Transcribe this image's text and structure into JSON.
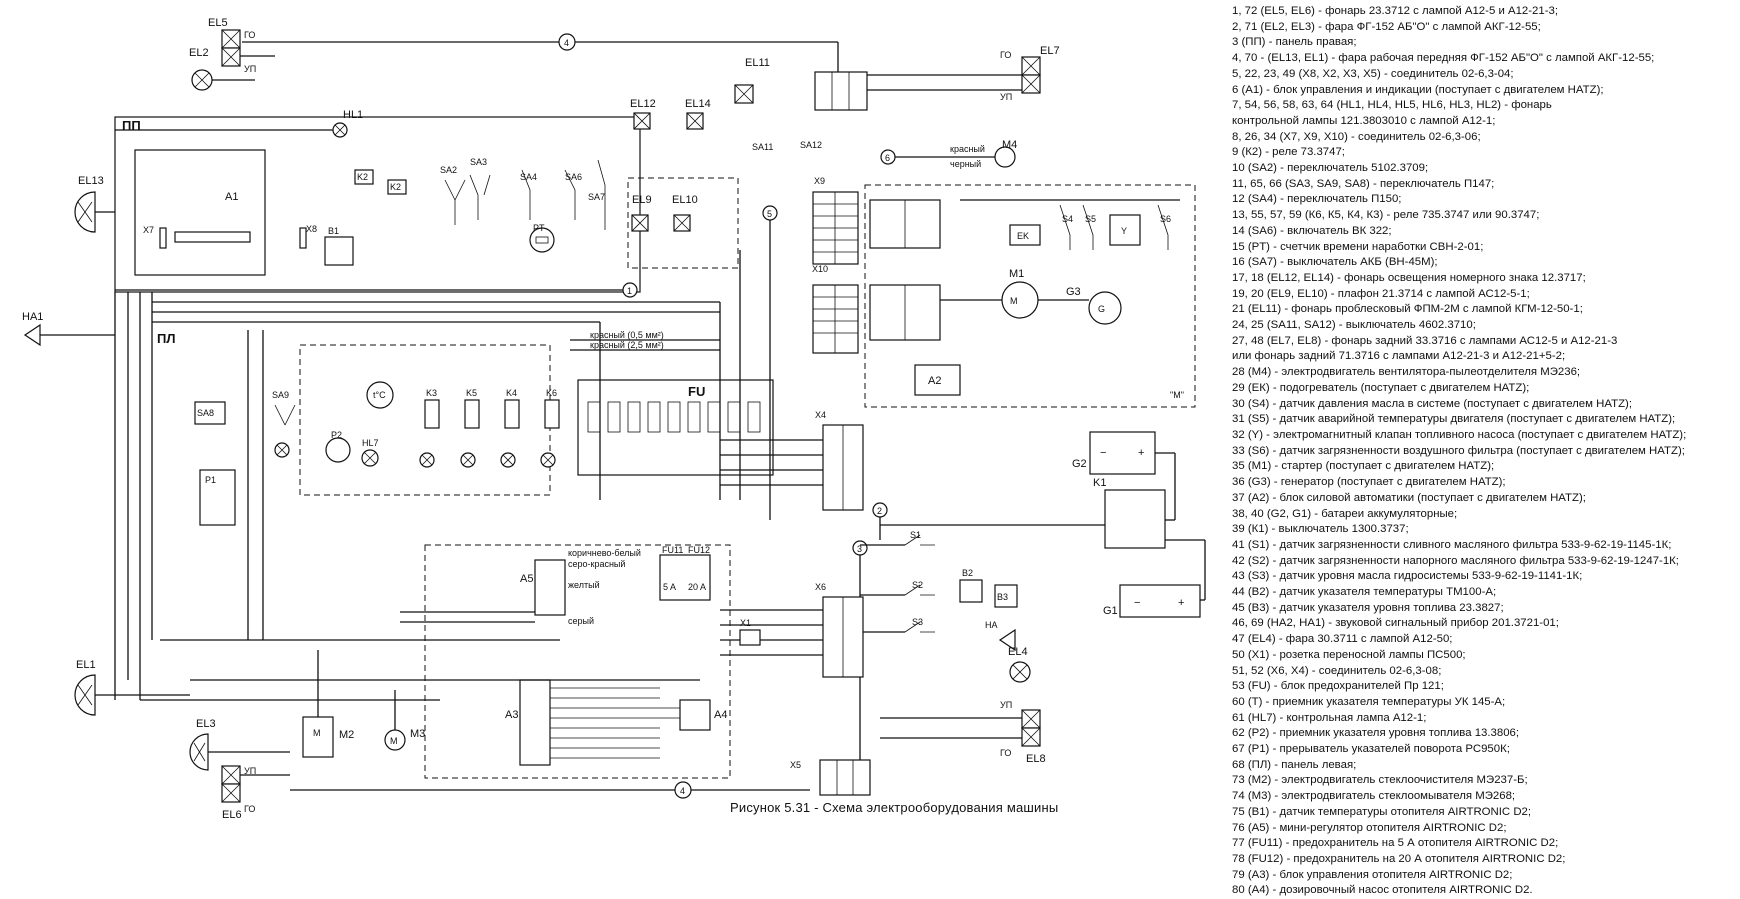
{
  "caption": "Рисунок 5.31 - Схема электрооборудования машины",
  "labels": {
    "el5": "EL5",
    "el2": "EL2",
    "el13": "EL13",
    "el1": "EL1",
    "el3": "EL3",
    "el6": "EL6",
    "el7": "EL7",
    "el8": "EL8",
    "el4": "EL4",
    "el11": "EL11",
    "el12": "EL12",
    "el14": "EL14",
    "el9": "EL9",
    "el10": "EL10",
    "hl1": "HL1",
    "ha1": "HA1",
    "ha": "HA",
    "pp": "ПП",
    "pl": "ПЛ",
    "a1": "A1",
    "a2": "A2",
    "a3": "A3",
    "a4": "A4",
    "a5": "A5",
    "fu": "FU",
    "m1": "M1",
    "m2": "M2",
    "m3": "M3",
    "m4": "M4",
    "g1": "G1",
    "g2": "G2",
    "g3": "G3",
    "k1": "K1",
    "k2": "K2",
    "b1": "B1",
    "b2": "B2",
    "b3": "B3",
    "ek": "EK",
    "x1": "X1",
    "x4": "X4",
    "x5": "X5",
    "x6": "X6",
    "x7": "X7",
    "x8": "X8",
    "x9": "X9",
    "x10": "X10",
    "sa2": "SA2",
    "sa3": "SA3",
    "sa4": "SA4",
    "sa6": "SA6",
    "sa7": "SA7",
    "sa8": "SA8",
    "sa9": "SA9",
    "sa11": "SA11",
    "sa12": "SA12",
    "pt": "PT",
    "p1": "P1",
    "s1": "S1",
    "s2": "S2",
    "s3": "S3",
    "s4": "S4",
    "s5": "S5",
    "s6": "S6",
    "y": "Y",
    "go": "ГО",
    "up": "УП",
    "m_quote": "\"M\"",
    "red_05": "красный (0,5 мм²)",
    "red_25": "красный (2,5 мм²)",
    "red": "красный",
    "black": "черный",
    "brown_white": "коричнево-белый",
    "grey_red": "серо-красный",
    "yellow": "желтый",
    "grey": "серый",
    "fu11": "FU11",
    "fu12": "FU12",
    "amp5": "5 A",
    "amp20": "20 A",
    "n4": "4",
    "n5": "5",
    "n6": "6",
    "n1": "1",
    "n2": "2",
    "n3": "3"
  },
  "legend": [
    "1, 72  (EL5, EL6) - фонарь  23.3712 с  лампой А12-5 и А12-21-3;",
    "2, 71 (EL2, EL3) - фара ФГ-152 АБ\"О\" с лампой АКГ-12-55;",
    "3 (ПП) - панель правая;",
    "4, 70 - (EL13, EL1) - фара рабочая передняя ФГ-152 АБ\"О\" с лампой АКГ-12-55;",
    "5, 22, 23, 49  (X8, X2, X3, X5)  -  соединитель  02-6,3-04;",
    "6 (А1) - блок управления и индикации (поступает с двигателем HATZ);",
    "7, 54, 56, 58, 63, 64  (HL1, HL4, HL5, HL6, HL3, HL2) - фонарь",
    "контрольной лампы 121.3803010 с лампой А12-1;",
    "8, 26, 34 (X7, X9, X10) - соединитель  02-6,3-06;",
    "9 (К2) - реле 73.3747;",
    "10 (SA2) - переключатель 5102.3709;",
    "11, 65, 66 (SA3, SA9, SA8) - переключатель П147;",
    "12 (SA4) - переключатель П150;",
    "13, 55, 57, 59 (К6, К5, К4, К3) - реле 735.3747 или 90.3747;",
    "14 (SA6) - включатель ВК 322;",
    "15 (PT) - счетчик времени наработки СВН-2-01;",
    "16 (SA7) - выключатель АКБ  (ВН-45М);",
    "17, 18 (EL12, EL14) - фонарь освещения номерного знака 12.3717;",
    "19, 20 (EL9, EL10) - плафон 21.3714 с лампой АС12-5-1;",
    "21 (EL11) - фонарь проблесковый ФПМ-2М с лампой КГМ-12-50-1;",
    "24, 25 (SA11, SA12)  - выключатель 4602.3710;",
    "27, 48 (EL7, EL8) - фонарь задний 33.3716 с лампами АС12-5 и А12-21-3",
    "или фонарь задний 71.3716 с лампами А12-21-3 и А12-21+5-2;",
    "28 (М4) - электродвигатель  вентилятора-пылеотделителя МЭ236;",
    "29 (ЕК) - подогреватель (поступает с двигателем HATZ);",
    "30 (S4) - датчик давления масла в системе (поступает с двигателем HATZ);",
    "31 (S5) - датчик аварийной температуры двигателя (поступает с двигателем HATZ);",
    "32 (Y) - электромагнитный клапан топливного насоса (поступает с двигателем HATZ);",
    "33 (S6) - датчик загрязненности воздушного фильтра (поступает с двигателем HATZ);",
    "35 (М1) - стартер (поступает с двигателем HATZ);",
    "36 (G3) - генератор (поступает с двигателем HATZ);",
    "37 (А2) - блок силовой автоматики (поступает с двигателем HATZ);",
    "38, 40 (G2, G1) - батареи аккумуляторные;",
    "39 (К1) - выключатель 1300.3737;",
    "41 (S1) - датчик загрязненности сливного масляного фильтра 533-9-62-19-1145-1К;",
    "42 (S2) - датчик загрязненности напорного масляного фильтра 533-9-62-19-1247-1К;",
    "43 (S3) - датчик уровня масла гидросистемы 533-9-62-19-1141-1К;",
    "44 (В2) - датчик указателя температуры ТМ100-А;",
    "45 (В3) - датчик указателя уровня топлива 23.3827;",
    "46, 69 (НА2, НА1) - звуковой сигнальный прибор 201.3721-01;",
    "47 (EL4) - фара 30.3711 с лампой А12-50;",
    "50 (X1) - розетка переносной лампы ПС500;",
    "51, 52 (X6, X4) - соединитель  02-6,3-08;",
    "53 (FU) - блок предохранителей Пр 121;",
    "60 (Т) - приемник указателя температуры УК 145-А;",
    "61 (HL7) - контрольная лампа А12-1;",
    "62 (Р2) - приемник указателя уровня топлива 13.3806;",
    "67 (Р1) - прерыватель указателей поворота РС950К;",
    "68 (ПЛ) - панель левая;",
    "73 (М2) - электродвигатель стеклоочистителя МЭ237-Б;",
    "74 (М3) - электродвигатель стеклоомывателя МЭ268;",
    "75 (В1) - датчик температуры отопителя AIRTRONIC D2;",
    "76 (А5) - мини-регулятор  отопителя  AIRTRONIC  D2;",
    "77 (FU11) - предохранитель  на 5 А  отопителя     AIRTRONIC D2;",
    "78 (FU12) - предохранитель  на 20 А  отопителя     AIRTRONIC D2;",
    "79 (А3) - блок управления   отопителя    AIRTRONIC D2;",
    "80 (А4) - дозировочный насос  отопителя     AIRTRONIC D2."
  ]
}
